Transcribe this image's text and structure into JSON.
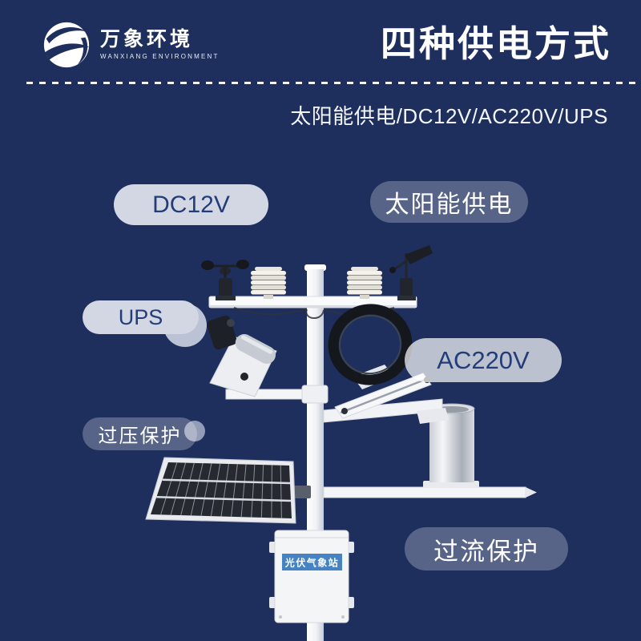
{
  "colors": {
    "background": "#1e2f5e",
    "title_text": "#ffffff",
    "pill_solid_bg": "#d3d7e3",
    "pill_text_navy": "#223d78",
    "pill_ghost_bg": "rgba(255,255,255,0.26)",
    "box_label_bg": "#4583c4"
  },
  "header": {
    "brand_cn": "万象环境",
    "brand_en": "WANXIANG ENVIRONMENT",
    "title": "四种供电方式",
    "subtitle": "太阳能供电/DC12V/AC220V/UPS"
  },
  "power_labels": [
    {
      "text": "DC12V"
    },
    {
      "text": "太阳能供电"
    },
    {
      "text": "UPS"
    },
    {
      "text": "AC220V"
    },
    {
      "text": "过压保护"
    },
    {
      "text": "过流保护"
    }
  ],
  "station": {
    "box_label": "光伏气象站"
  }
}
